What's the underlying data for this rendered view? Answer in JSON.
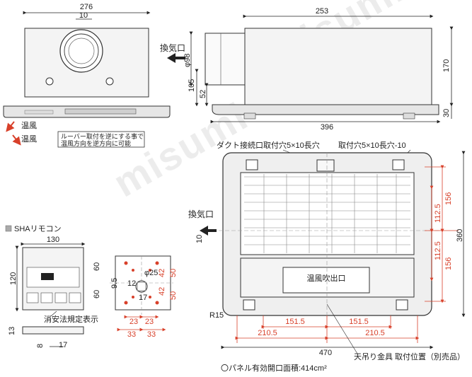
{
  "watermark": "misumi",
  "top_left": {
    "dim_width": "276",
    "dim_10": "10",
    "warm_air_label": "温風",
    "note_line1": "ルーバー取付を逆にする事で",
    "note_line2": "温風方向を逆方向に可能"
  },
  "top_right": {
    "dim_width": "253",
    "dim_height": "170",
    "dim_diameter": "φ98",
    "dim_105": "105",
    "dim_52": "52",
    "dim_30": "30",
    "dim_396": "396",
    "exhaust_label": "換気口"
  },
  "plan": {
    "duct_label": "ダクト接続口取付穴5×10長穴",
    "mount_label": "取付穴5×10長穴-10",
    "exhaust_label": "換気口",
    "dim_10": "10",
    "dim_156a": "156",
    "dim_1125a": "112.5",
    "dim_1125b": "112.5",
    "dim_156b": "156",
    "dim_360": "360",
    "warm_outlet": "温風吹出口",
    "r15": "R15",
    "dim_1515a": "151.5",
    "dim_1515b": "151.5",
    "dim_2105a": "210.5",
    "dim_2105b": "210.5",
    "dim_470": "470",
    "hanger_label": "天吊り金具 取付位置（別売品）",
    "area_note": "〇パネル有効開口面積:414cm²"
  },
  "remote": {
    "title": "SHAリモコン",
    "dim_130": "130",
    "dim_120": "120",
    "dim_13": "13",
    "dim_8": "8",
    "dim_17": "17",
    "fire_label": "消安法規定表示",
    "dim_60a": "60",
    "dim_60b": "60",
    "dim_95": "9.5",
    "dim_phi25": "φ25",
    "dim_12": "12",
    "dim_17b": "17",
    "dim_42a": "42",
    "dim_42b": "42",
    "dim_50a": "50",
    "dim_50b": "50",
    "dim_23a": "23",
    "dim_23b": "23",
    "dim_33a": "33",
    "dim_33b": "33"
  }
}
